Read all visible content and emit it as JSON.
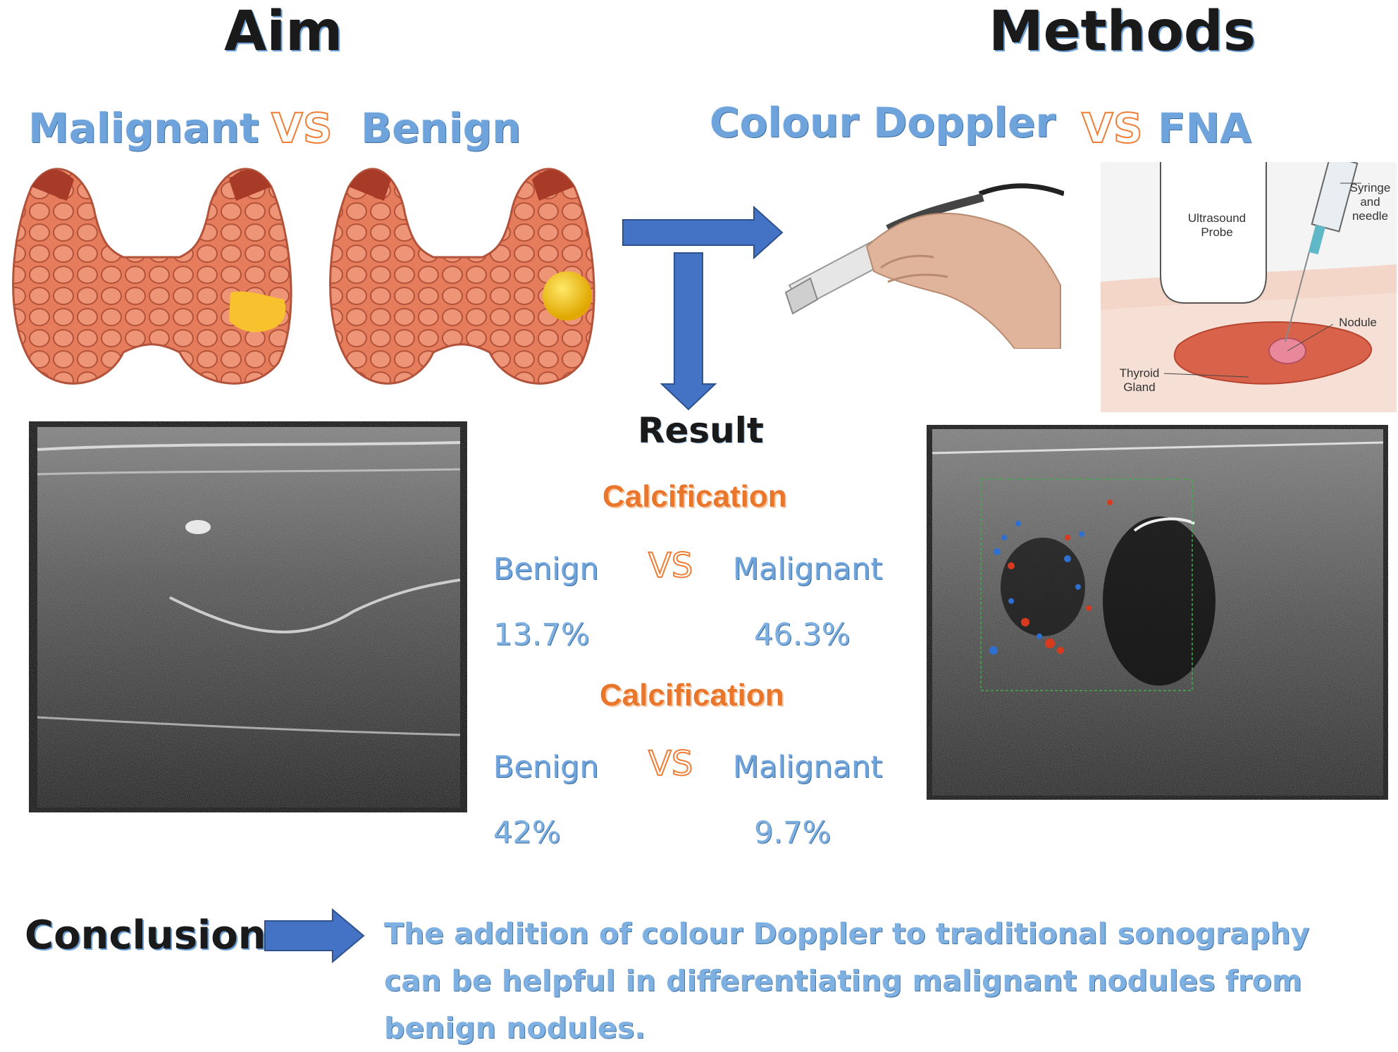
{
  "aim": {
    "title": "Aim",
    "left_label": "Malignant",
    "vs": "VS",
    "right_label": "Benign"
  },
  "methods": {
    "title": "Methods",
    "left_label": "Colour Doppler",
    "vs": "VS",
    "right_label": "FNA",
    "fna_labels": {
      "probe": "Ultrasound Probe",
      "syringe": "Syringe and needle",
      "nodule": "Nodule",
      "gland": "Thyroid Gland"
    }
  },
  "result": {
    "title": "Result",
    "blocks": [
      {
        "heading": "Calcification",
        "left_label": "Benign",
        "vs": "VS",
        "right_label": "Malignant",
        "left_value": "13.7%",
        "right_value": "46.3%"
      },
      {
        "heading": "Calcification",
        "left_label": "Benign",
        "vs": "VS",
        "right_label": "Malignant",
        "left_value": "42%",
        "right_value": "9.7%"
      }
    ]
  },
  "conclusion": {
    "title": "Conclusion",
    "text": "The addition of colour Doppler to traditional sonography can be helpful in differentiating malignant nodules from benign nodules."
  },
  "colors": {
    "arrow_blue": "#4472c4",
    "label_blue": "#6fa3dc",
    "accent_orange": "#e9762b",
    "thyroid": "#ea8a6b"
  },
  "icons": [
    "thyroid-malignant-icon",
    "thyroid-benign-icon",
    "ultrasound-probe-icon",
    "fna-diagram-icon",
    "arrow-right-icon",
    "arrow-down-icon"
  ]
}
